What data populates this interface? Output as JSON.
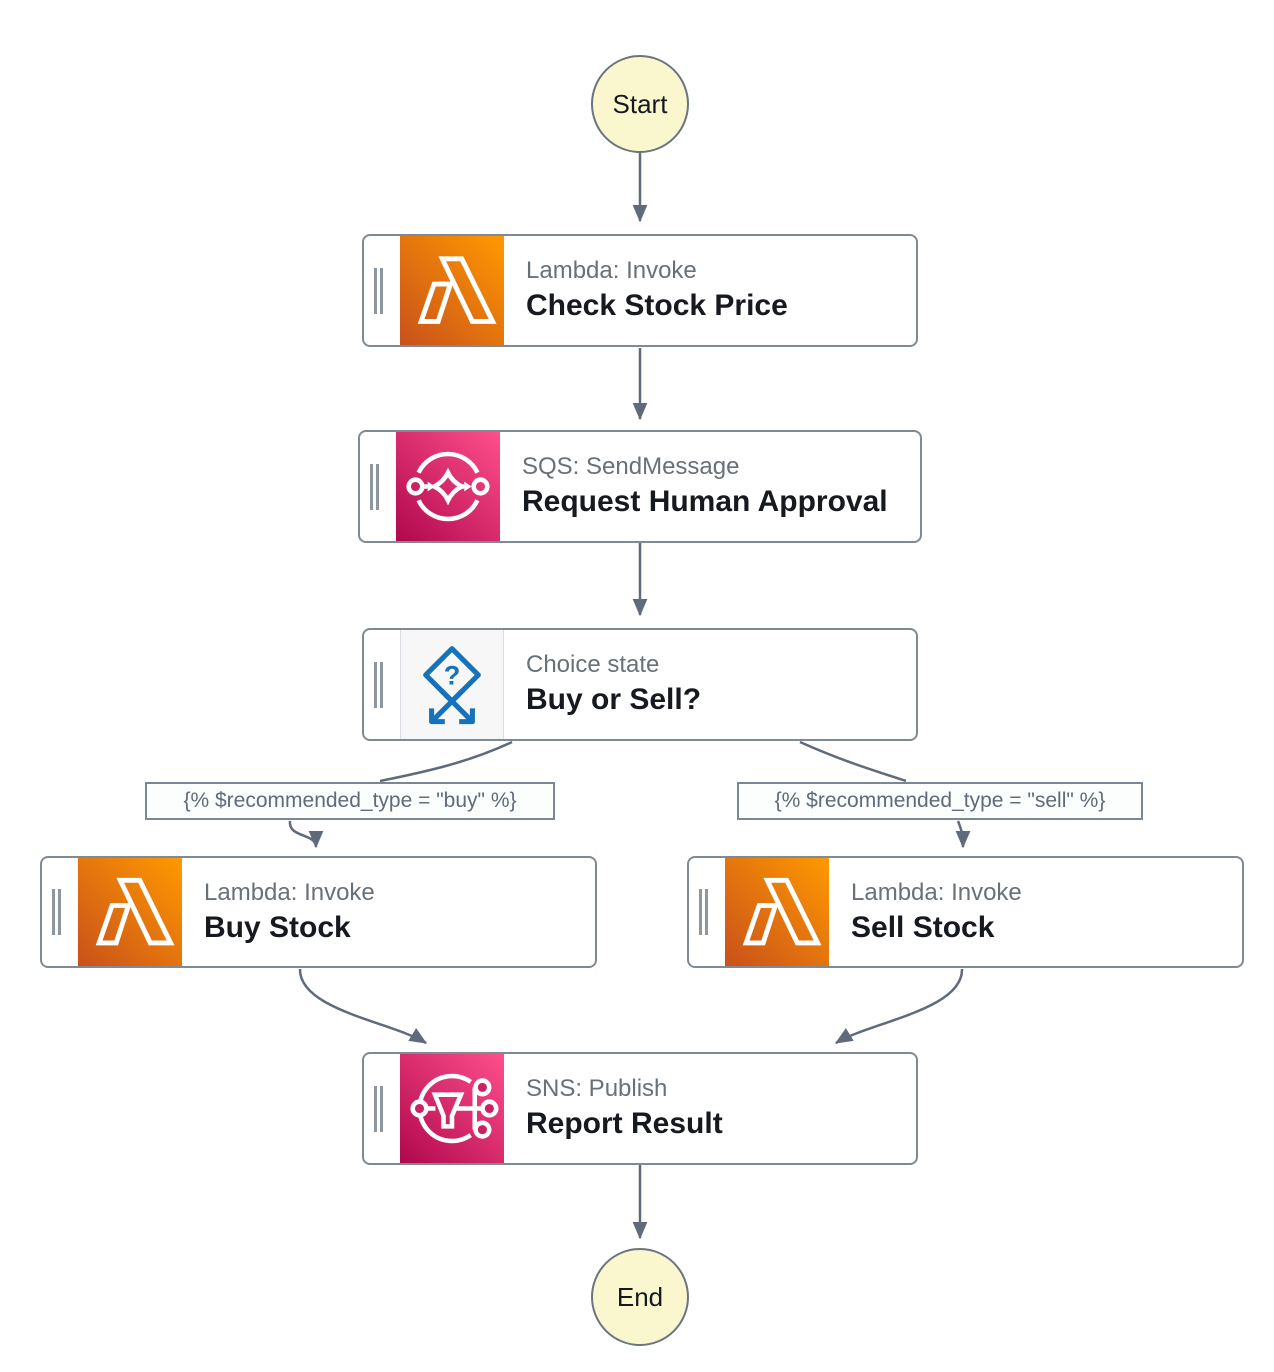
{
  "workflow": {
    "start_label": "Start",
    "end_label": "End",
    "nodes": [
      {
        "service": "Lambda: Invoke",
        "name": "Check Stock Price",
        "icon": "lambda-icon"
      },
      {
        "service": "SQS: SendMessage",
        "name": "Request Human Approval",
        "icon": "sqs-icon"
      },
      {
        "service": "Choice state",
        "name": "Buy or Sell?",
        "icon": "choice-icon"
      },
      {
        "service": "Lambda: Invoke",
        "name": "Buy Stock",
        "icon": "lambda-icon"
      },
      {
        "service": "Lambda: Invoke",
        "name": "Sell Stock",
        "icon": "lambda-icon"
      },
      {
        "service": "SNS: Publish",
        "name": "Report Result",
        "icon": "sns-icon"
      }
    ],
    "conditions": {
      "buy": "{% $recommended_type = \"buy\" %}",
      "sell": "{% $recommended_type = \"sell\" %}"
    },
    "colors": {
      "lambda_grad_start": "#C8511B",
      "lambda_grad_end": "#FF9900",
      "pink_grad_start": "#B0084D",
      "pink_grad_end": "#FF4F8B",
      "choice_blue": "#1672BA",
      "edge_gray": "#5F6B7A",
      "node_border": "#808A95",
      "terminal_fill": "#FAF7CE",
      "subtitle_gray": "#687078",
      "title_dark": "#16191F"
    }
  }
}
